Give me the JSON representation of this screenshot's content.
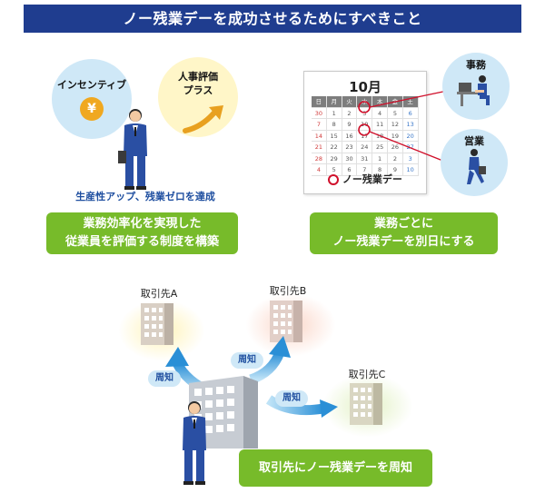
{
  "title": "ノー残業デーを成功させるためにすべきこと",
  "left_panel": {
    "incentive_label": "インセンティブ",
    "yen_symbol": "¥",
    "hr_bubble_label": "人事評価\nプラス",
    "caption": "生産性アップ、残業ゼロを達成",
    "button_text": "業務効率化を実現した\n従業員を評価する制度を構築"
  },
  "right_panel": {
    "calendar_month": "10月",
    "calendar_header": [
      "日",
      "月",
      "火",
      "水",
      "木",
      "金",
      "土"
    ],
    "calendar_rows": [
      [
        "30",
        "1",
        "2",
        "3",
        "4",
        "5",
        "6"
      ],
      [
        "7",
        "8",
        "9",
        "10",
        "11",
        "12",
        "13"
      ],
      [
        "14",
        "15",
        "16",
        "17",
        "18",
        "19",
        "20"
      ],
      [
        "21",
        "22",
        "23",
        "24",
        "25",
        "26",
        "27"
      ],
      [
        "28",
        "29",
        "30",
        "31",
        "1",
        "2",
        "3"
      ],
      [
        "4",
        "5",
        "6",
        "7",
        "8",
        "9",
        "10"
      ]
    ],
    "legend_text": "ノー残業デー",
    "office_label": "事務",
    "sales_label": "営業",
    "button_text": "業務ごとに\nノー残業デーを別日にする"
  },
  "bottom_panel": {
    "client_a": "取引先A",
    "client_b": "取引先B",
    "client_c": "取引先C",
    "notice": "周知",
    "button_text": "取引先にノー残業デーを周知"
  },
  "colors": {
    "banner": "#1f3d8f",
    "green": "#77bb2a",
    "red": "#d0102b",
    "arrow_blue": "#2a8fd6",
    "suit": "#2a4fa3"
  }
}
